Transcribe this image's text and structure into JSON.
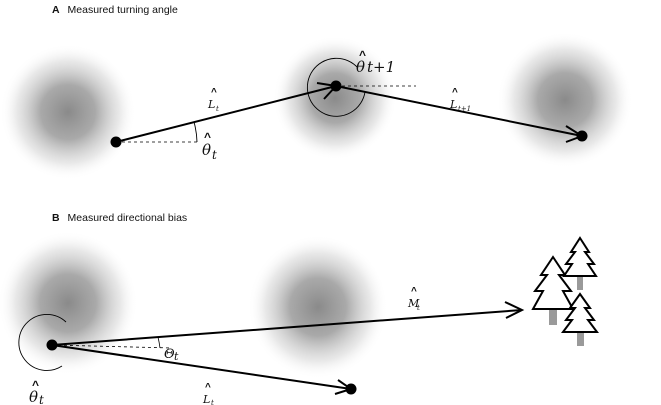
{
  "panel_a": {
    "letter": "A",
    "title": "Measured turning angle",
    "step_length_1": {
      "hat": "^",
      "base": "L",
      "sub": "t"
    },
    "step_length_2": {
      "hat": "^",
      "base": "L",
      "sub": "t+1"
    },
    "angle_1": {
      "hat": "^",
      "base": "θ",
      "sub": "t"
    },
    "angle_2": {
      "hat": "^",
      "base": "θ",
      "sub": "t+1"
    }
  },
  "panel_b": {
    "letter": "B",
    "title": "Measured directional bias",
    "target_vector": {
      "hat": "^",
      "base": "M",
      "sub": "t"
    },
    "bias_angle": {
      "base": "Θ",
      "sub": "t"
    },
    "heading_angle": {
      "hat": "^",
      "base": "θ",
      "sub": "t"
    },
    "step_length": {
      "hat": "^",
      "base": "L",
      "sub": "t"
    }
  },
  "colors": {
    "ink": "#000000",
    "blob": "#8a8a8a",
    "trunk": "#9a9a9a"
  },
  "icons": [
    "tree-icon",
    "tree-icon",
    "tree-icon"
  ]
}
